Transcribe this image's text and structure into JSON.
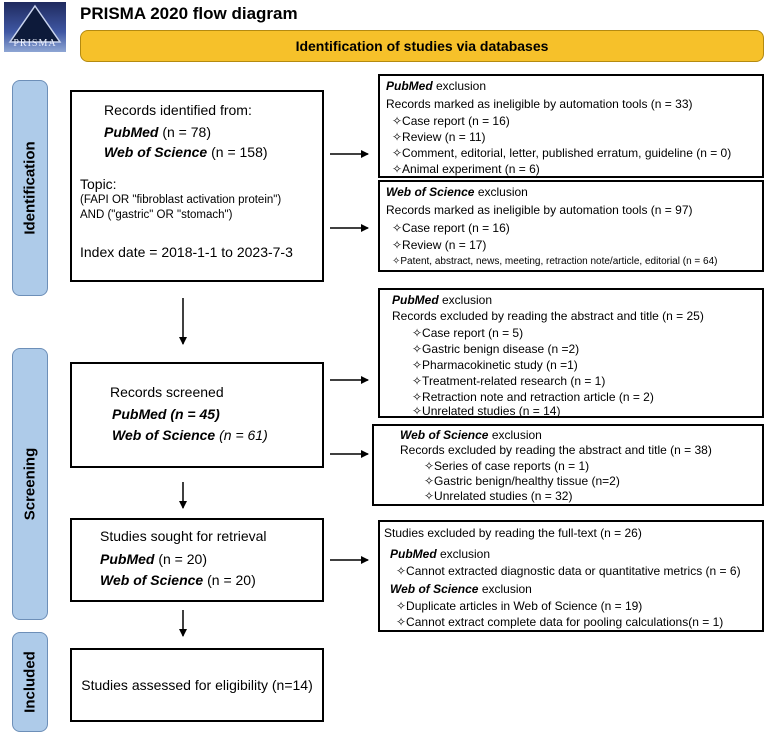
{
  "logo": {
    "text": "PRISMA"
  },
  "title": "PRISMA 2020 flow diagram",
  "banner": "Identification of studies via databases",
  "sidebars": {
    "identification": "Identification",
    "screening": "Screening",
    "included": "Included"
  },
  "identified": {
    "heading": "Records identified from:",
    "pubmed_name": "PubMed",
    "pubmed_count": " (n = 78)",
    "wos_name": "Web of Science",
    "wos_count": " (n = 158)",
    "topic_label": "Topic:",
    "topic_line1": "(FAPI OR \"fibroblast activation protein\")",
    "topic_line2": " AND (\"gastric\" OR \"stomach\")",
    "index_date": "Index date = 2018-1-1 to 2023-7-3"
  },
  "pubmed_excl1": {
    "title_bold": "PubMed",
    "title_rest": " exclusion",
    "header": "Records marked as ineligible by automation tools (n = 33)",
    "items": [
      "✧Case report (n = 16)",
      "✧Review (n = 11)",
      "✧Comment, editorial, letter, published erratum, guideline (n = 0)",
      "✧Animal experiment (n = 6)"
    ]
  },
  "wos_excl1": {
    "title_bold": "Web of Science",
    "title_rest": " exclusion",
    "header": "Records marked as ineligible by automation tools (n = 97)",
    "items": [
      "✧Case report (n = 16)",
      "✧Review (n = 17)",
      "✧Patent, abstract, news, meeting, retraction note/article, editorial (n = 64)"
    ]
  },
  "screened": {
    "heading": "Records screened",
    "pubmed_text": "PubMed (n = 45)",
    "wos_name": "Web of Science",
    "wos_count": " (n = 61)"
  },
  "pubmed_excl2": {
    "title_bold": "PubMed",
    "title_rest": " exclusion",
    "header": "Records excluded by reading the abstract and title (n = 25)",
    "items": [
      "✧Case report (n =  5)",
      "✧Gastric benign disease (n =2)",
      "✧Pharmacokinetic study (n =1)",
      "✧Treatment-related research (n = 1)",
      "✧Retraction note and retraction article (n = 2)",
      "✧Unrelated studies (n = 14)"
    ]
  },
  "wos_excl2": {
    "title_bold": "Web of Science",
    "title_rest": " exclusion",
    "header": "Records excluded by reading the abstract and title (n = 38)",
    "items": [
      "✧Series of case reports (n =  1)",
      "✧Gastric benign/healthy tissue (n=2)",
      "✧Unrelated studies (n = 32)"
    ]
  },
  "retrieval": {
    "heading": "Studies sought for retrieval",
    "pubmed_name": "PubMed",
    "pubmed_count": " (n = 20)",
    "wos_name": "Web of Science",
    "wos_count": " (n = 20)"
  },
  "fulltext_excl": {
    "header": "Studies excluded by reading the full-text (n = 26)",
    "pubmed_bold": "PubMed",
    "pubmed_rest": " exclusion",
    "pubmed_item": "✧Cannot extracted diagnostic data or quantitative metrics (n = 6)",
    "wos_bold": "Web of Science",
    "wos_rest": " exclusion",
    "wos_items": [
      "✧Duplicate articles in Web of Science (n = 19)",
      "✧Cannot extract complete data for pooling calculations(n = 1)"
    ]
  },
  "assessed": {
    "text": "Studies assessed for eligibility (n=14)"
  },
  "colors": {
    "banner": "#f6c12a",
    "sidebar": "#aecbe9",
    "logo_bg": "#3a4a8a"
  }
}
